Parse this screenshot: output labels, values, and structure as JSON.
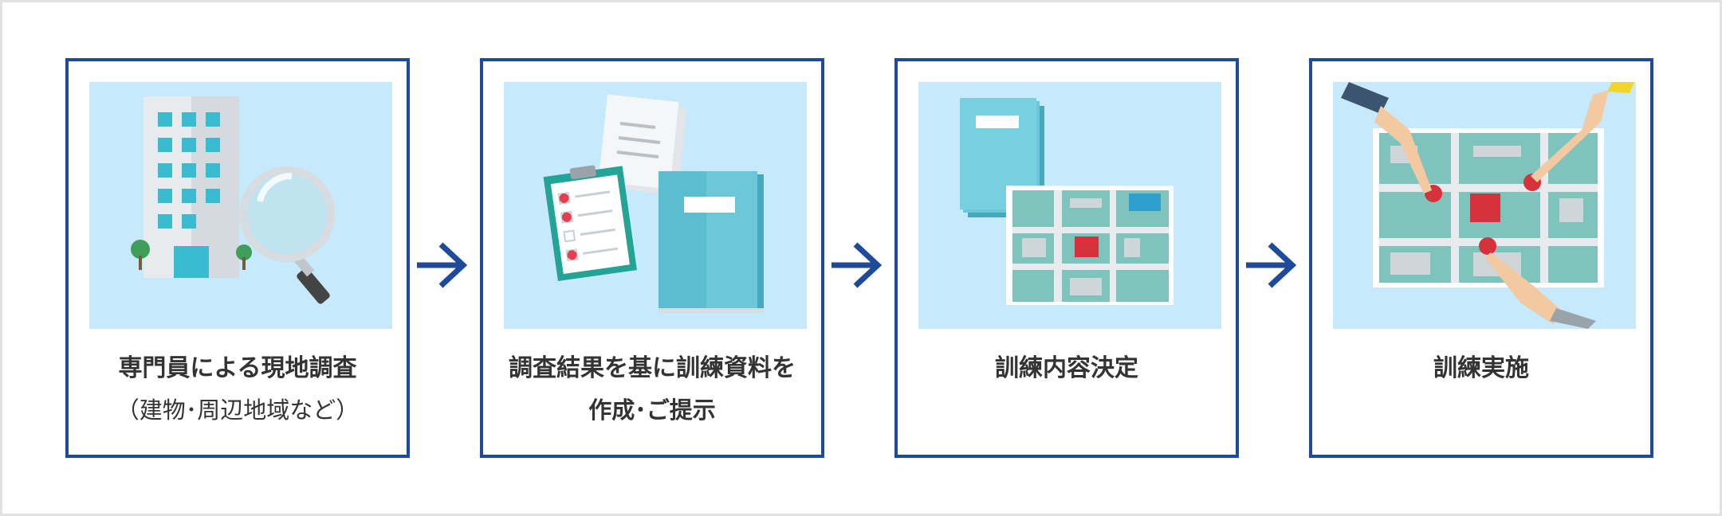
{
  "steps": [
    {
      "title": "専門員による現地調査",
      "subtitle": "（建物･周辺地域など）",
      "icon": "building-inspection-icon"
    },
    {
      "title": "調査結果を基に訓練資料を",
      "subtitle": "作成･ご提示",
      "icon": "documents-checklist-icon"
    },
    {
      "title": "訓練内容決定",
      "subtitle": "",
      "icon": "books-map-icon"
    },
    {
      "title": "訓練実施",
      "subtitle": "",
      "icon": "map-pointing-hands-icon"
    }
  ],
  "colors": {
    "border": "#1e4a9a",
    "arrow": "#1e4a9a",
    "picture_bg": "#c6e9fb",
    "text": "#333333"
  }
}
